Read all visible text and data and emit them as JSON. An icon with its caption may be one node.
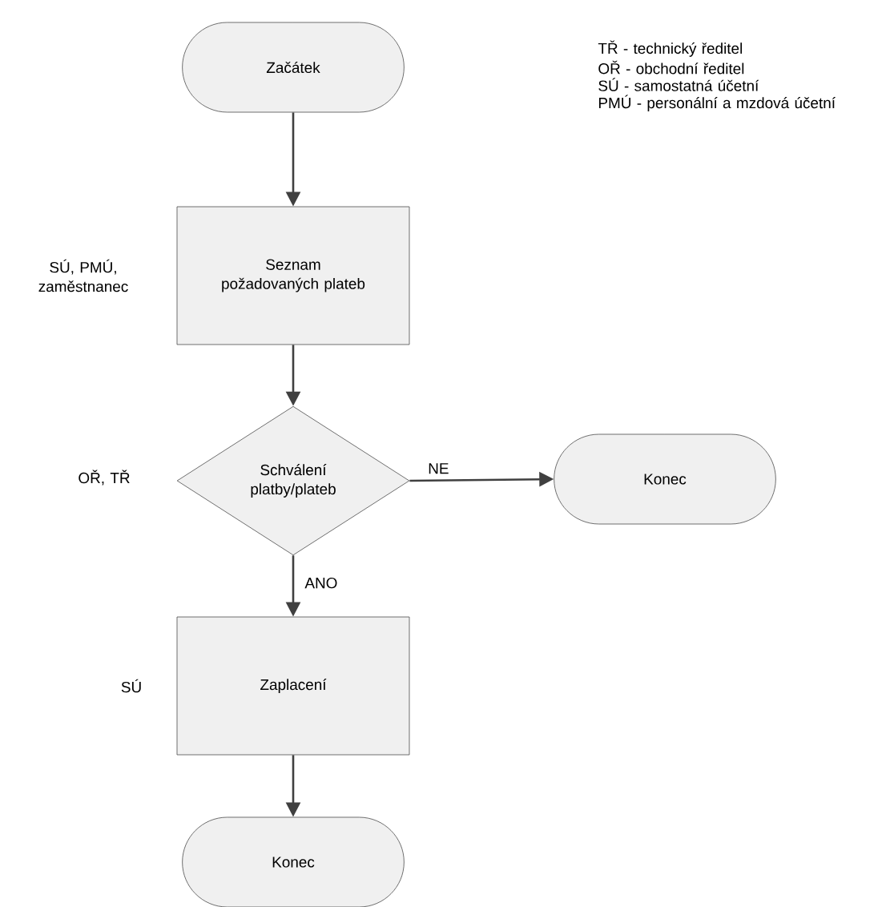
{
  "diagram": {
    "nodes": [
      {
        "text": [
          "Začátek"
        ]
      },
      {
        "text": [
          "Seznam požadovaných plateb"
        ],
        "beside": [
          "SÚ, PMÚ, zaměstnanec"
        ]
      },
      {
        "text": [
          "Schválení platby/plateb"
        ],
        "beside": [
          "OŘ, TŘ"
        ]
      },
      {
        "text": [
          "Konec"
        ]
      },
      {
        "text": [
          "Zaplacení"
        ],
        "beside": [
          "SÚ"
        ]
      },
      {
        "text": [
          "Konec"
        ]
      }
    ],
    "edges": [
      {
        "from": 0,
        "to": 1,
        "arrow": "to"
      },
      {
        "from": 1,
        "to": 2,
        "arrow": "to"
      },
      {
        "from": 2,
        "to": 3,
        "arrow": "to",
        "label": "NE"
      },
      {
        "from": 2,
        "to": 4,
        "arrow": "to",
        "label": "ANO"
      },
      {
        "from": 4,
        "to": 5,
        "arrow": "to"
      }
    ],
    "labels": [
      "TŘ - technický ředitel",
      "OŘ - obchodní ředitel",
      "SÚ - samostatná účetní",
      "PMÚ - personální a mzdová účetní"
    ]
  }
}
